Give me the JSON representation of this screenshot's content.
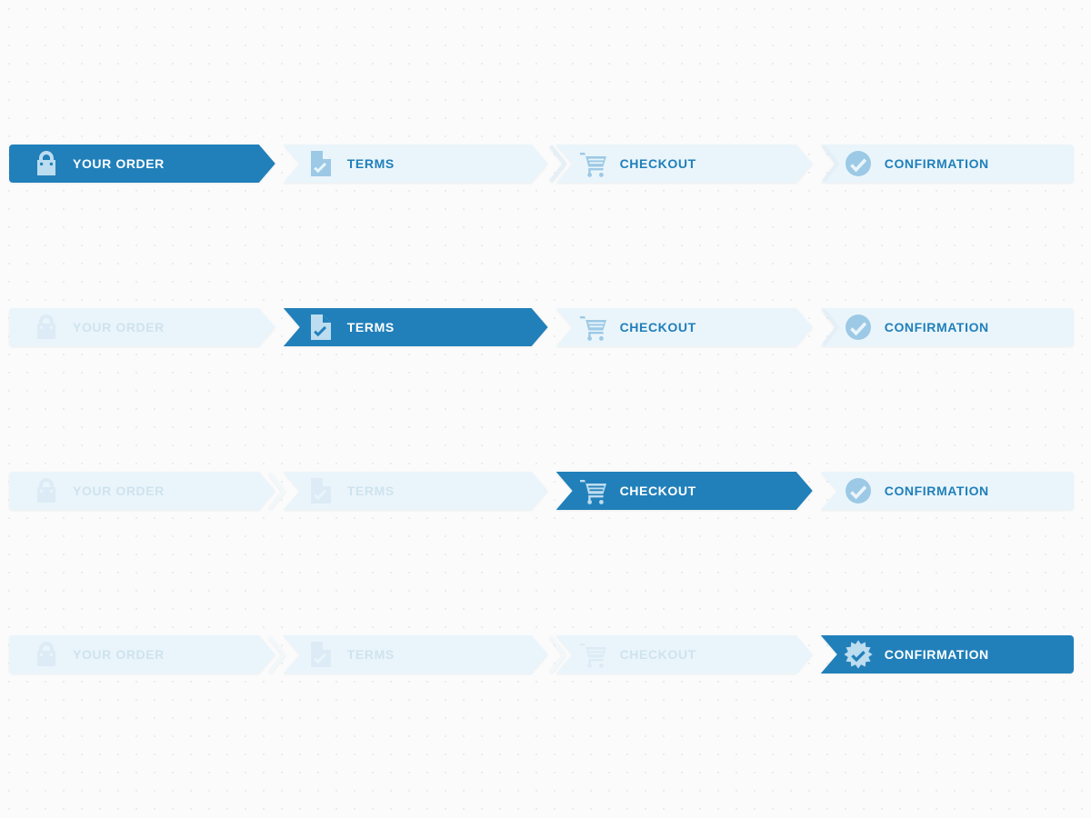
{
  "widget": {
    "name": "checkout-progress-stepper",
    "orientation": "horizontal",
    "row_count": 4
  },
  "colors": {
    "active_background": "#2180ba",
    "inactive_background": "#eaf5fb",
    "active_label": "#ffffff",
    "inactive_label": "#1f7fba",
    "dim_label": "#cfe3ee",
    "active_icon": "#bcdcef",
    "inactive_icon": "#9cc9e5",
    "dim_icon": "#dcebf5",
    "page_background": "#fbfbfb",
    "dot_grid": "#ebebeb"
  },
  "steps": [
    {
      "key": "your-order",
      "label": "YOUR ORDER",
      "icon": "shopping-bag-icon"
    },
    {
      "key": "terms",
      "label": "TERMS",
      "icon": "document-check-icon"
    },
    {
      "key": "checkout",
      "label": "CHECKOUT",
      "icon": "shopping-cart-icon"
    },
    {
      "key": "confirmation",
      "label": "CONFIRMATION",
      "icon": "check-circle-icon"
    }
  ],
  "rows": [
    {
      "active_index": 0,
      "active_step": "YOUR ORDER",
      "states": [
        "active",
        "light",
        "light",
        "light"
      ],
      "labels": [
        "YOUR ORDER",
        "TERMS",
        "CHECKOUT",
        "CONFIRMATION"
      ]
    },
    {
      "active_index": 1,
      "active_step": "TERMS",
      "states": [
        "dim",
        "active",
        "light",
        "light"
      ],
      "labels": [
        "YOUR ORDER",
        "TERMS",
        "CHECKOUT",
        "CONFIRMATION"
      ]
    },
    {
      "active_index": 2,
      "active_step": "CHECKOUT",
      "states": [
        "dim",
        "dim",
        "active",
        "light"
      ],
      "labels": [
        "YOUR ORDER",
        "TERMS",
        "CHECKOUT",
        "CONFIRMATION"
      ]
    },
    {
      "active_index": 3,
      "active_step": "CONFIRMATION",
      "states": [
        "dim",
        "dim",
        "dim",
        "active"
      ],
      "labels": [
        "YOUR ORDER",
        "TERMS",
        "CHECKOUT",
        "CONFIRMATION"
      ]
    }
  ],
  "icons": {
    "shopping_bag": "shopping-bag-icon",
    "document_check": "document-check-icon",
    "shopping_cart": "shopping-cart-icon",
    "check_circle": "check-circle-icon",
    "badge_check": "badge-check-icon",
    "chevron_separator": "chevron-right-icon"
  }
}
